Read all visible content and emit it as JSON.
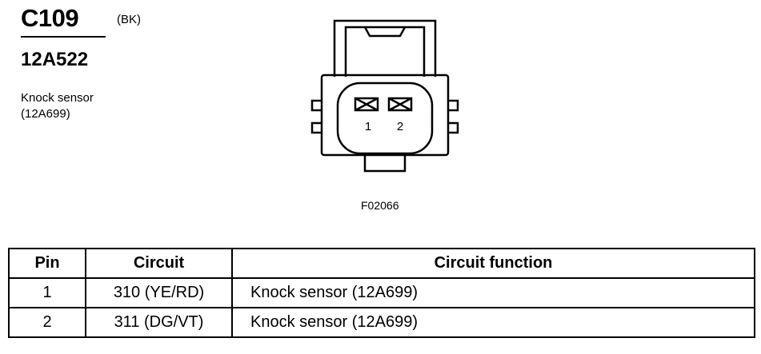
{
  "connector": {
    "id": "C109",
    "color": "(BK)",
    "part_number": "12A522"
  },
  "description": {
    "line1": "Knock sensor",
    "line2": "(12A699)"
  },
  "diagram": {
    "pins": [
      "1",
      "2"
    ],
    "figure_code": "F02066"
  },
  "table": {
    "headers": [
      "Pin",
      "Circuit",
      "Circuit function"
    ],
    "rows": [
      [
        "1",
        "310 (YE/RD)",
        "Knock sensor (12A699)"
      ],
      [
        "2",
        "311 (DG/VT)",
        "Knock sensor (12A699)"
      ]
    ]
  }
}
